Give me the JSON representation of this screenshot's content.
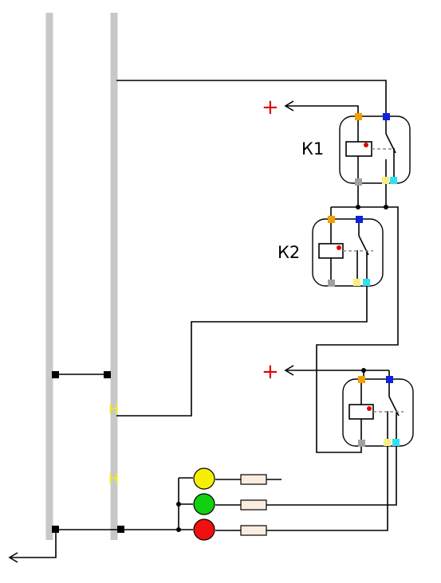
{
  "relays": [
    {
      "id": "k1",
      "label": "К1"
    },
    {
      "id": "k2",
      "label": "К2"
    },
    {
      "id": "k3",
      "label": ""
    }
  ],
  "terminals": {
    "plus_top": "+",
    "plus_bottom": "+"
  },
  "rail_marks": {
    "upper": "H",
    "lower": "H"
  },
  "lamps": [
    {
      "name": "yellow-lamp",
      "color": "#f6f000"
    },
    {
      "name": "green-lamp",
      "color": "#10d010"
    },
    {
      "name": "red-lamp",
      "color": "#f01010"
    }
  ],
  "colors": {
    "rail": "#c8c8c8",
    "pin_orange": "#f0a000",
    "pin_blue": "#1020e0",
    "pin_gray": "#a0a0a0",
    "pin_yellow": "#f8f080",
    "pin_cyan": "#30e0f0",
    "coil_dot": "#e00000",
    "plus": "#e00000",
    "h_mark": "#f4f000"
  }
}
